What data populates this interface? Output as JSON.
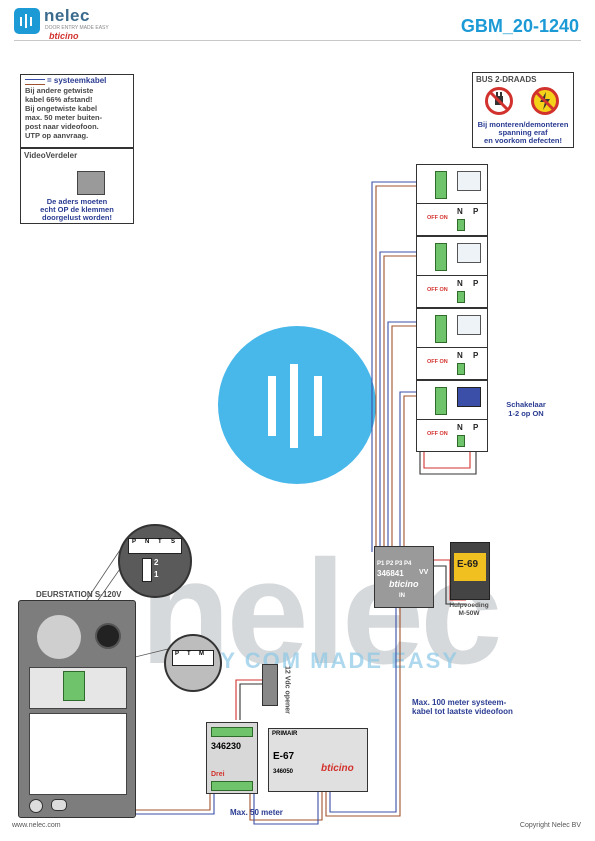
{
  "header": {
    "brand": "nelec",
    "tagline": "DOOR ENTRY MADE EASY",
    "sub_brand": "bticino",
    "doc_code": "GBM_20-1240"
  },
  "legend": {
    "title": "= systeemkabel",
    "lines": [
      "Bij andere getwiste",
      "kabel 66% afstand!",
      "Bij ongetwiste kabel",
      "max. 50 meter buiten-",
      "post naar videofoon.",
      "UTP op aanvraag."
    ]
  },
  "distributor": {
    "title": "VideoVerdeler",
    "note_lines": [
      "De aders moeten",
      "echt OP de klemmen",
      "doorgelust worden!"
    ]
  },
  "bus": {
    "title": "BUS 2-DRAADS",
    "note_lines": [
      "Bij monteren/demonteren",
      "spanning eraf",
      "en voorkom defecten!"
    ]
  },
  "monitors": [
    {
      "off_on": "OFF ON",
      "n": "N",
      "p": "P"
    },
    {
      "off_on": "OFF ON",
      "n": "N",
      "p": "P"
    },
    {
      "off_on": "OFF ON",
      "n": "N",
      "p": "P"
    },
    {
      "off_on": "OFF ON",
      "n": "N",
      "p": "P"
    }
  ],
  "switch_note": [
    "Schakelaar",
    "1-2 op ON"
  ],
  "distributor_box": {
    "ports": "P1 P2 P3 P4",
    "code": "346841",
    "vv": "VV",
    "brand": "bticino",
    "in": "IN"
  },
  "psu": {
    "code": "E-69",
    "label_lines": [
      "Hulpvoeding",
      "M-50W"
    ]
  },
  "doorstation": {
    "title": "DEURSTATION S-120V",
    "zoom_labels": [
      "P",
      "N",
      "T",
      "S"
    ],
    "switch_labels": [
      "2",
      "1"
    ]
  },
  "zoom2_labels": [
    "P",
    "T",
    "M"
  ],
  "opener_label": "12 Vdc opener",
  "module": {
    "code": "346230",
    "label": "Drei"
  },
  "power": {
    "primair": "PRIMAIR",
    "code": "E-67",
    "ref": "346050",
    "brand": "bticino"
  },
  "cable_note_1": [
    "Max. 100 meter systeem-",
    "kabel tot laatste videofoon"
  ],
  "cable_note_2": "Max. 50 meter",
  "watermark": {
    "word": "nelec",
    "tagline": "NTRY COM MADE EASY"
  },
  "footer": {
    "left": "www.nelec.com",
    "right": "Copyright Nelec BV"
  },
  "colors": {
    "accent": "#1b9ad6",
    "red": "#d2322d",
    "blue_text": "#2a3c92",
    "green": "#6fc46b",
    "wire_brown": "#a0522d",
    "wire_blue": "#3b4fa8"
  }
}
